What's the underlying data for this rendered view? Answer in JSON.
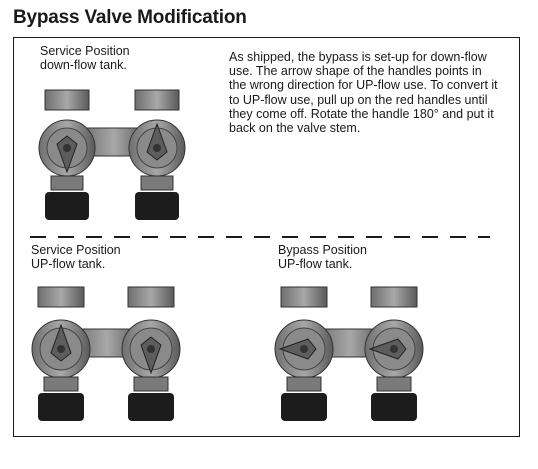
{
  "title": "Bypass Valve Modification",
  "captions": {
    "top": {
      "line1": "Service Position",
      "line2": "down-flow tank."
    },
    "bottom_left": {
      "line1": "Service Position",
      "line2": "UP-flow tank."
    },
    "bottom_right": {
      "line1": "Bypass Position",
      "line2": "UP-flow tank."
    }
  },
  "instructions": "As shipped, the bypass is set-up for down-flow use. The arrow shape of the handles points in the wrong direction for UP-flow use. To convert it to UP-flow use, pull up on the red handles until they come off. Rotate the handle 180° and put it back on the valve stem.",
  "illustrations": [
    {
      "name": "valve-service-downflow",
      "handles": [
        "down",
        "up"
      ]
    },
    {
      "name": "valve-service-upflow",
      "handles": [
        "up",
        "down"
      ]
    },
    {
      "name": "valve-bypass-upflow",
      "handles": [
        "horizontal",
        "horizontal"
      ]
    }
  ]
}
